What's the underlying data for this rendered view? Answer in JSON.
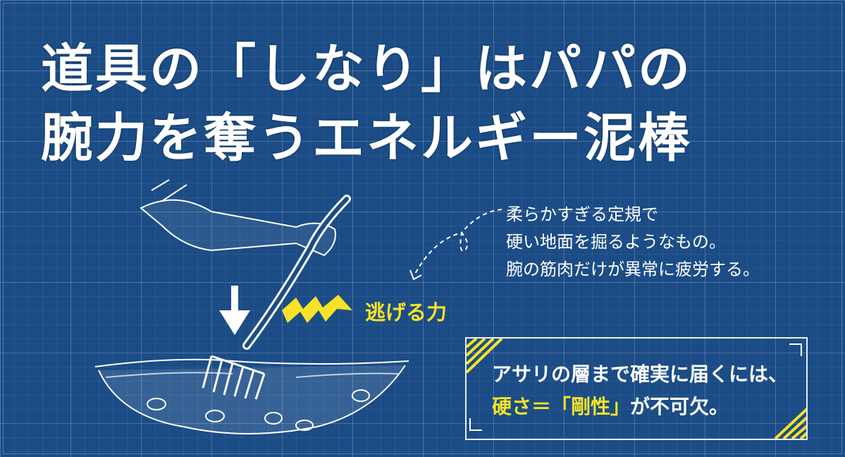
{
  "title": {
    "line1": "道具の「しなり」はパパの",
    "line2": "腕力を奪うエネルギー泥棒"
  },
  "annotation": {
    "line1": "柔らかすぎる定規で",
    "line2": "硬い地面を掘るようなもの。",
    "line3": "腕の筋肉だけが異常に疲労する。"
  },
  "force_label": "逃げる力",
  "conclusion": {
    "line1": "アサリの層まで確実に届くには、",
    "line2_highlight": "硬さ＝「剛性」",
    "line2_rest": "が不可欠。"
  },
  "colors": {
    "background": "#1b4c86",
    "accent": "#f7e227",
    "line": "#ffffff"
  }
}
